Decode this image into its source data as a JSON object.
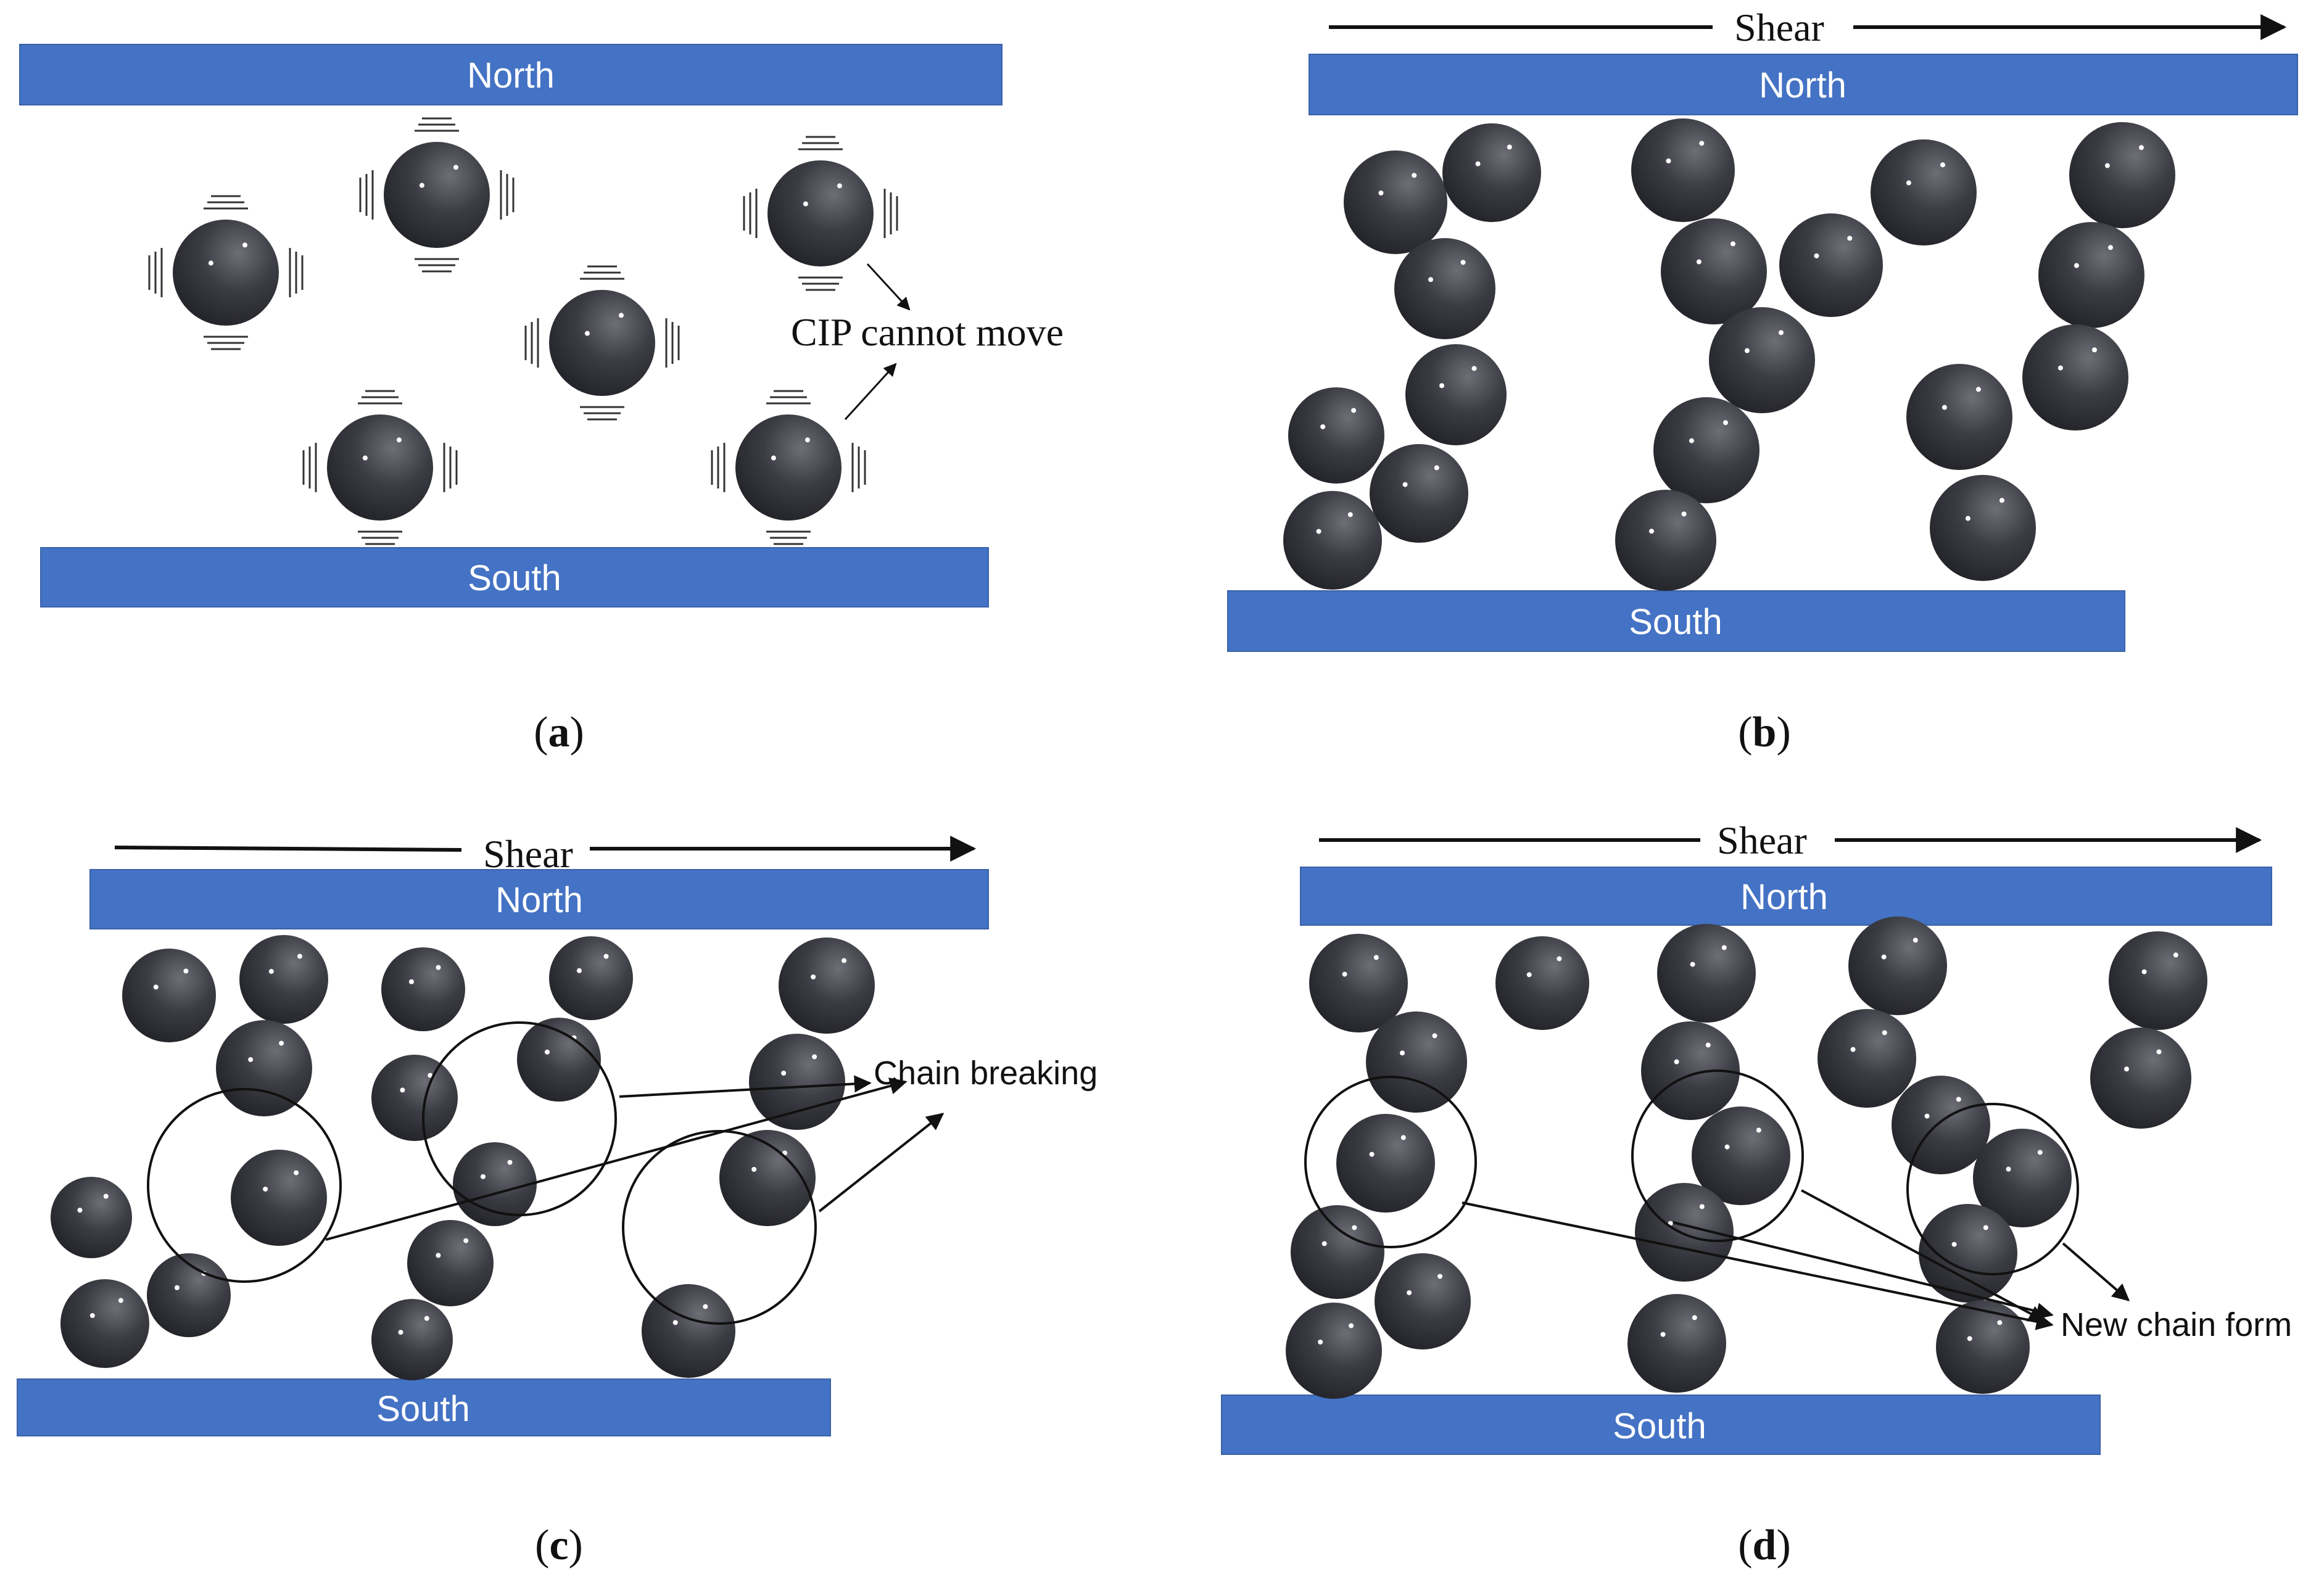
{
  "colors": {
    "pole_fill": "#4472c4",
    "pole_stroke": "#3a62a8",
    "particle_dark": "#2c2d33",
    "particle_light": "#6d6e76",
    "ink": "#111111"
  },
  "panels": [
    {
      "id": "a",
      "caption": "a",
      "north_label": "North",
      "south_label": "South",
      "annotation": "CIP cannot move"
    },
    {
      "id": "b",
      "caption": "b",
      "north_label": "North",
      "south_label": "South",
      "shear_label": "Shear"
    },
    {
      "id": "c",
      "caption": "c",
      "north_label": "North",
      "south_label": "South",
      "shear_label": "Shear",
      "annotation": "Chain breaking"
    },
    {
      "id": "d",
      "caption": "d",
      "north_label": "North",
      "south_label": "South",
      "shear_label": "Shear",
      "annotation": "New chain form"
    }
  ]
}
